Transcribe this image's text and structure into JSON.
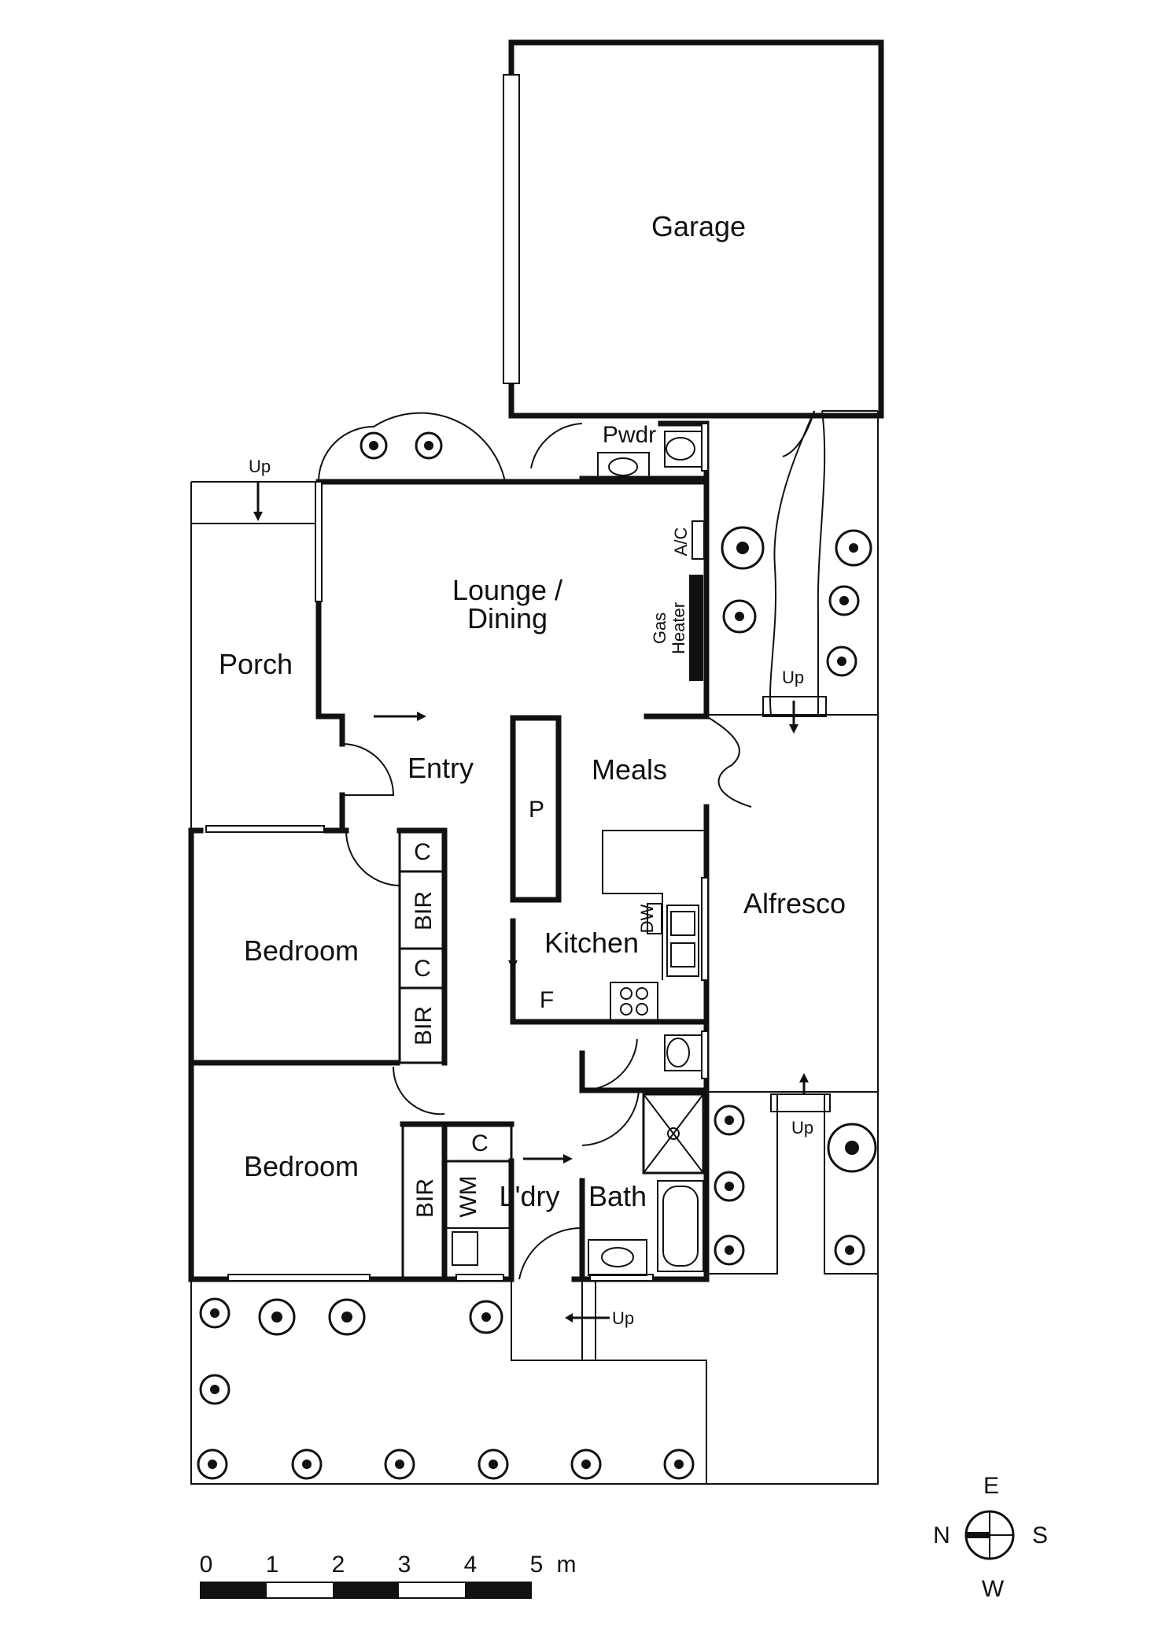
{
  "rooms": {
    "garage": "Garage",
    "pwdr": "Pwdr",
    "lounge_line1": "Lounge /",
    "lounge_line2": "Dining",
    "porch": "Porch",
    "entry": "Entry",
    "meals": "Meals",
    "pantry": "P",
    "kitchen": "Kitchen",
    "fridge": "F",
    "dishwasher": "DW",
    "alfresco": "Alfresco",
    "bedroom1": "Bedroom",
    "bedroom2": "Bedroom",
    "laundry": "L'dry",
    "washing_machine": "WM",
    "bath": "Bath",
    "ac": "A/C",
    "gas_line1": "Gas",
    "gas_line2": "Heater"
  },
  "storage": {
    "c1": "C",
    "bir1": "BIR",
    "c2": "C",
    "bir2": "BIR",
    "c3": "C",
    "bir3": "BIR"
  },
  "steps": {
    "up_porch": "Up",
    "up_side": "Up",
    "up_rear": "Up",
    "up_bottom": "Up"
  },
  "scale": {
    "ticks": [
      "0",
      "1",
      "2",
      "3",
      "4",
      "5"
    ],
    "unit": "m"
  },
  "compass": {
    "north": "N",
    "east": "E",
    "south": "S",
    "west": "W"
  }
}
